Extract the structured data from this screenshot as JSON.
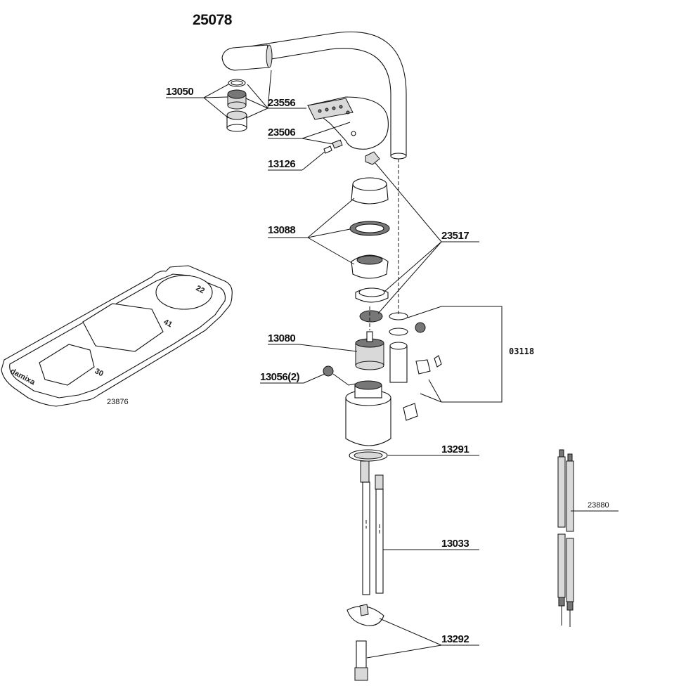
{
  "title": "25078",
  "labels": {
    "aerator": "13050",
    "spray_head": "23556",
    "screw_set": "23506",
    "screw": "13126",
    "cover_set": "13088",
    "clip_set": "23517",
    "cartridge": "13080",
    "filter": "13056(2)",
    "kit": "03118",
    "gasket": "13291",
    "pipes": "13033",
    "mounting": "13292",
    "hoses": "23880",
    "wrench": "23876"
  },
  "wrench": {
    "brand": "damixa",
    "size_small": "22",
    "size_large": "41",
    "size_mid": "30"
  }
}
